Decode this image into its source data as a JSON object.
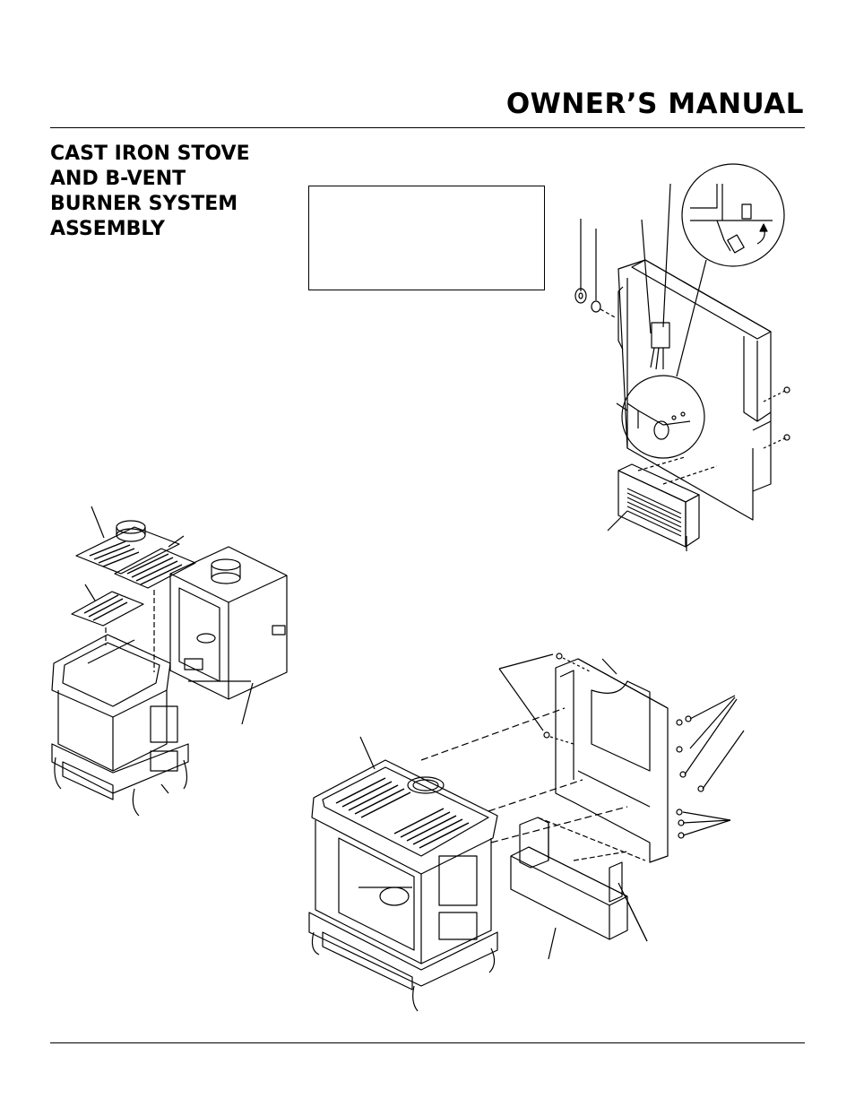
{
  "header": {
    "title": "OWNER’S MANUAL"
  },
  "section": {
    "title_lines": [
      "CAST IRON STOVE",
      "AND B-VENT",
      "BURNER SYSTEM",
      "ASSEMBLY"
    ]
  }
}
